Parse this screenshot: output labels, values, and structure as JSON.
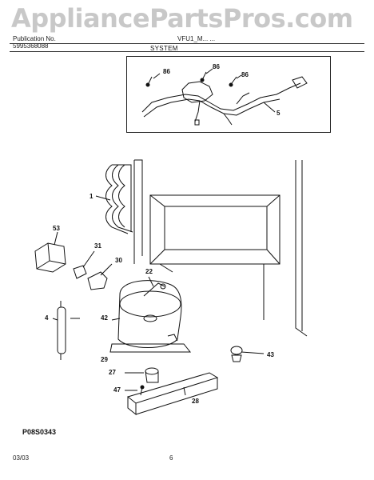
{
  "watermark": "AppliancePartsPros.com",
  "header": {
    "publication_label": "Publication No.",
    "publication_number": "5995368088",
    "model_text": "VFU1_M... ...",
    "section_title": "SYSTEM"
  },
  "callouts": {
    "inset_86_a": "86",
    "inset_86_b": "86",
    "inset_86_c": "86",
    "inset_5": "5",
    "c1": "1",
    "c53": "53",
    "c31": "31",
    "c30": "30",
    "c22": "22",
    "c42": "42",
    "c4": "4",
    "c29": "29",
    "c43": "43",
    "c27": "27",
    "c47": "47",
    "c28": "28"
  },
  "figure_code": "P08S0343",
  "footer": {
    "date": "03/03",
    "page": "6"
  }
}
